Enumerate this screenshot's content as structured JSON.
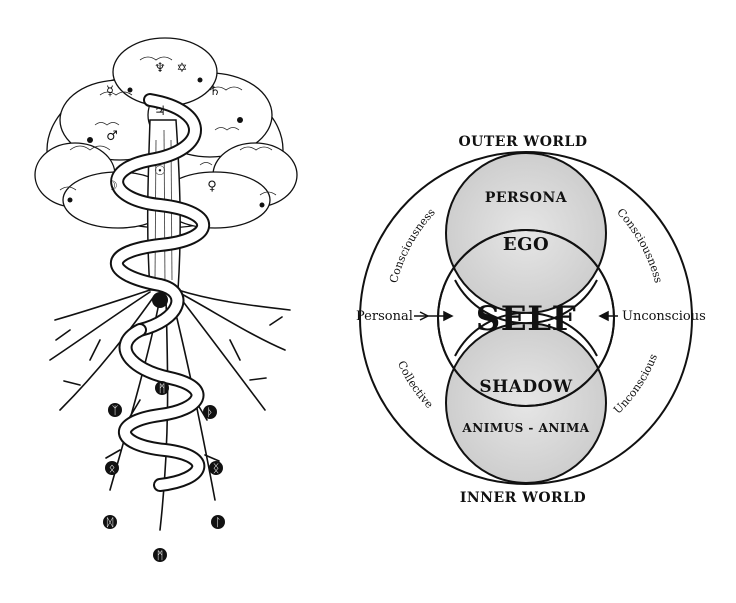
{
  "diagram": {
    "outer_world": "OUTER WORLD",
    "inner_world": "INNER WORLD",
    "persona": "PERSONA",
    "ego": "EGO",
    "self": "SELF",
    "shadow": "SHADOW",
    "animus_anima": "ANIMUS - ANIMA",
    "personal": "Personal",
    "unconscious_right": "Unconscious",
    "consciousness_left": "Consciousness",
    "consciousness_right": "Consciousness",
    "collective": "Collective",
    "unconscious_arc": "Unconscious"
  },
  "tree": {
    "symbols_crown": [
      "♆",
      "✡",
      "☿",
      "♄",
      "♃",
      "♂",
      "☉",
      "♀",
      "☽"
    ],
    "symbols_roots": [
      "ᛗ",
      "ᛉ",
      "ᚦ",
      "ᛟ",
      "ᛝ",
      "ᛞ",
      "ᛚ"
    ]
  },
  "colors": {
    "ink": "#111111",
    "shade": "#d6d6d6",
    "paper": "#ffffff"
  }
}
